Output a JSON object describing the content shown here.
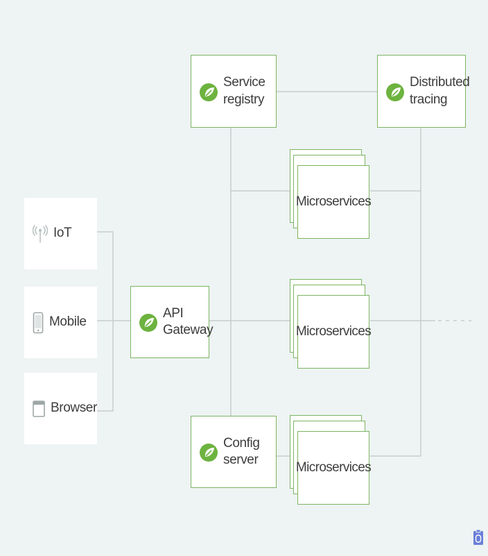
{
  "clients": [
    {
      "name": "IoT",
      "icon": "antenna-icon"
    },
    {
      "name": "Mobile",
      "icon": "mobile-phone-icon"
    },
    {
      "name": "Browser",
      "icon": "browser-window-icon"
    }
  ],
  "gateway": {
    "line1": "API",
    "line2": "Gateway",
    "icon": "spring-leaf-icon"
  },
  "service_registry": {
    "line1": "Service",
    "line2": "registry",
    "icon": "spring-leaf-icon"
  },
  "distributed_tracing": {
    "line1": "Distributed",
    "line2": "tracing",
    "icon": "spring-leaf-icon"
  },
  "config_server": {
    "line1": "Config",
    "line2": "server",
    "icon": "spring-leaf-icon"
  },
  "microservice_groups": [
    {
      "label": "Microservices"
    },
    {
      "label": "Microservices"
    },
    {
      "label": "Microservices"
    }
  ],
  "colors": {
    "background": "#eef3f3",
    "border": "#7bb562",
    "leaf": "#6db33f",
    "connector": "#c7cccc",
    "text": "#3d3d3d",
    "corner_icon": "#6b7fd7"
  }
}
